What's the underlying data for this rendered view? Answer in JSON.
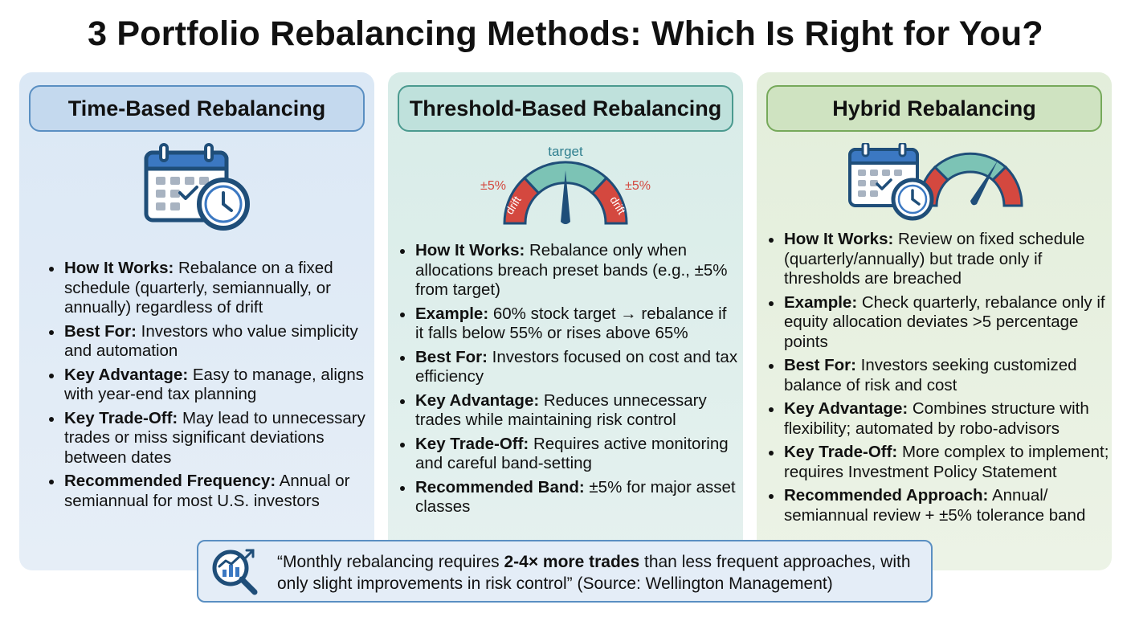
{
  "title": "3 Portfolio Rebalancing Methods: Which Is Right for You?",
  "panels": {
    "time": {
      "title": "Time-Based Rebalancing",
      "bullets": [
        {
          "label": "How It Works:",
          "text": " Rebalance on a fixed schedule (quarterly, semiannually, or annually) regardless of drift"
        },
        {
          "label": "Best For:",
          "text": " Investors who value simplicity and automation"
        },
        {
          "label": "Key Advantage:",
          "text": " Easy to manage, aligns with year-end tax planning"
        },
        {
          "label": "Key Trade-Off:",
          "text": " May lead to unnecessary trades or miss significant deviations between dates"
        },
        {
          "label": "Recommended Frequency:",
          "text": " Annual or semiannual for most U.S. investors"
        }
      ]
    },
    "threshold": {
      "title": "Threshold-Based Rebalancing",
      "gauge": {
        "target_label": "target",
        "left_band": "±5%",
        "right_band": "±5%",
        "left_drift": "drift",
        "right_drift": "drift"
      },
      "bullets": [
        {
          "label": "How It Works:",
          "text": " Rebalance only when allocations breach preset bands (e.g., ±5% from target)"
        },
        {
          "label": "Example:",
          "text": " 60% stock target → rebalance if it falls below 55% or rises above 65%"
        },
        {
          "label": "Best For:",
          "text": " Investors focused on cost and tax efficiency"
        },
        {
          "label": "Key Advantage:",
          "text": " Reduces unnecessary trades while maintaining risk control"
        },
        {
          "label": "Key Trade-Off:",
          "text": " Requires active monitoring and careful band-setting"
        },
        {
          "label": "Recommended Band:",
          "text": " ±5% for major asset classes"
        }
      ]
    },
    "hybrid": {
      "title": "Hybrid Rebalancing",
      "bullets": [
        {
          "label": "How It Works:",
          "text": " Review on fixed schedule (quarterly/annually) but trade only if thresholds are breached"
        },
        {
          "label": "Example:",
          "text": " Check quarterly, rebalance only if equity allocation deviates >5 percentage points"
        },
        {
          "label": "Best For:",
          "text": " Investors seeking customized balance of risk and cost"
        },
        {
          "label": "Key Advantage:",
          "text": " Combines structure with flexibility; automated by robo-advisors"
        },
        {
          "label": "Key Trade-Off:",
          "text": " More complex to implement; requires Investment Policy Statement"
        },
        {
          "label": "Recommended Approach:",
          "text": " Annual/ semiannual review + ±5% tolerance band"
        }
      ]
    }
  },
  "quote": {
    "before": "“Monthly rebalancing requires ",
    "emphasis": "2-4× more trades",
    "after": " than less frequent approaches, with only slight improvements in risk control” (Source: Wellington Management)"
  },
  "colors": {
    "blue": "#5a8fc2",
    "teal": "#4b9a8f",
    "green": "#76a95a",
    "drift_red": "#d4483f",
    "navy": "#1f4e79"
  },
  "icons": [
    "calendar-icon",
    "clock-icon",
    "gauge-icon",
    "magnifier-chart-icon"
  ]
}
